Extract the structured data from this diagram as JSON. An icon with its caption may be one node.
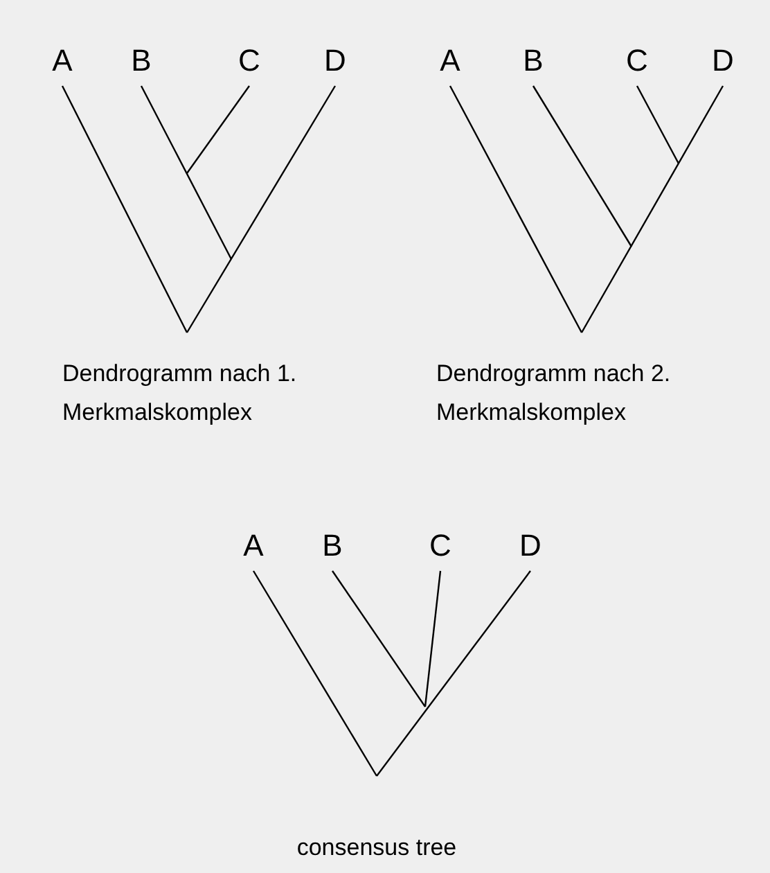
{
  "diagram": {
    "labels": [
      "A",
      "B",
      "C",
      "D",
      "Dendrogramm nach 1. Merkmalskomplex",
      "A",
      "B",
      "C",
      "D",
      "Dendrogramm nach 2. Merkmalskomplex",
      "A",
      "B",
      "C",
      "D",
      "consensus tree"
    ]
  }
}
